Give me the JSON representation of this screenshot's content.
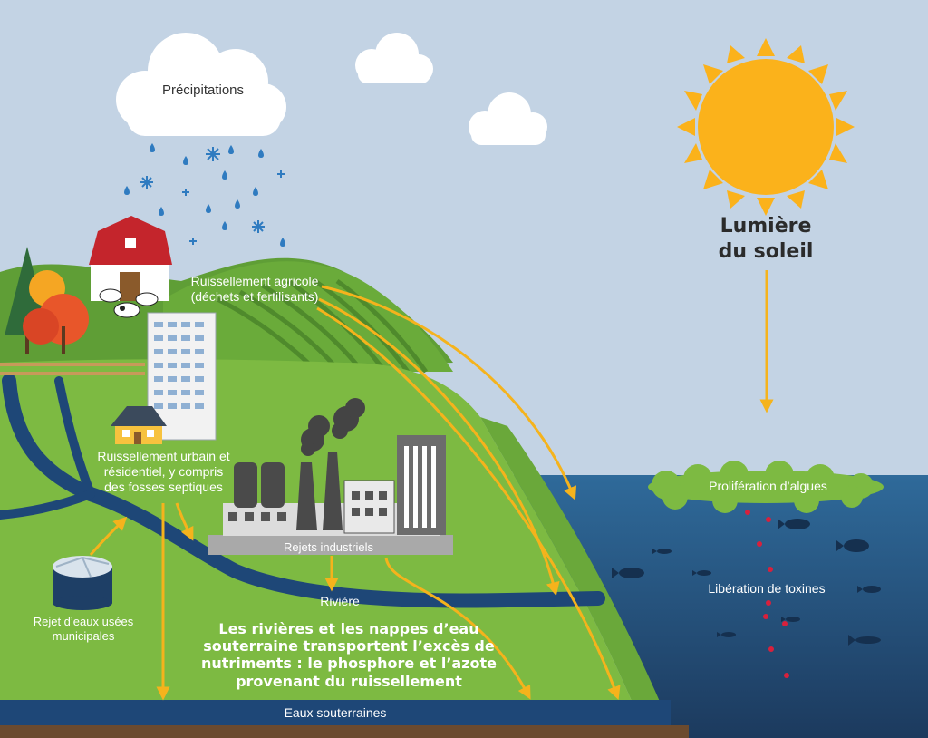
{
  "labels": {
    "precipitation": "Précipitations",
    "sunlight": [
      "Lumière",
      "du soleil"
    ],
    "agri_runoff": [
      "Ruissellement agricole",
      "(déchets et fertilisants)"
    ],
    "urban_runoff": [
      "Ruissellement urbain et",
      "résidentiel, y compris",
      "des fosses septiques"
    ],
    "industrial": "Rejets industriels",
    "wastewater": [
      "Rejet d’eaux usées",
      "municipales"
    ],
    "river": "Rivière",
    "nutrients_caption": [
      "Les rivières et les nappes d’eau",
      "souterraine transportent l’excès de",
      "nutriments : le phosphore et l’azote",
      "provenant du ruissellement"
    ],
    "groundwater": "Eaux souterraines",
    "algae": "Prolifération d’algues",
    "toxins": "Libération de toxines"
  },
  "colors": {
    "sky": "#c3d3e4",
    "sun": "#fbb21b",
    "grass": "#7dba42",
    "water_surface": "#2c6494",
    "water_deep": "#1e3f66",
    "river": "#1e4777",
    "arrow": "#f5b31c",
    "algae": "#7dba42",
    "toxin_dot": "#d8203c",
    "barn": "#c4252c"
  }
}
